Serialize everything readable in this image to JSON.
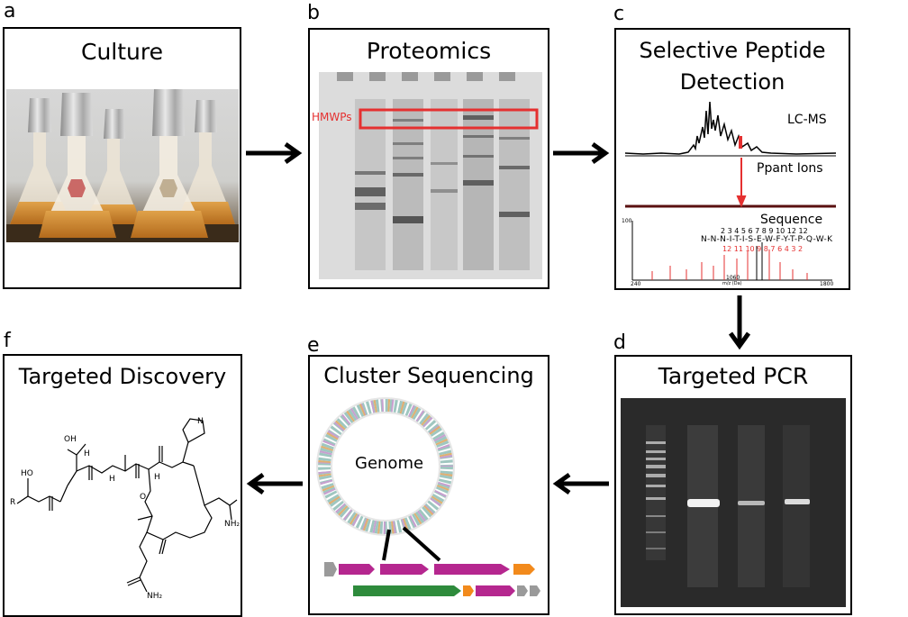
{
  "figure": {
    "panels": [
      {
        "letter": "a",
        "title": "Culture"
      },
      {
        "letter": "b",
        "title": "Proteomics"
      },
      {
        "letter": "c",
        "title": "Selective Peptide Detection"
      },
      {
        "letter": "d",
        "title": "Targeted PCR"
      },
      {
        "letter": "e",
        "title": "Cluster Sequencing"
      },
      {
        "letter": "f",
        "title": "Targeted Discovery"
      }
    ],
    "proteomics": {
      "band_label": "HMWPs"
    },
    "ms": {
      "lcms_label": "LC-MS",
      "ppant_label": "Ppant Ions",
      "sequence_label": "Sequence",
      "sequence": "N-N-N-I-T-I-S-E-W-F-Y-T-P-Q-W-K",
      "ion_numbers_top": "2 3 4 5 6 7 8 9 10 12 12",
      "ion_numbers_bottom": "12 11 10 9 8 7 6 4 3 2",
      "axis_100": "100",
      "axis_left": "240",
      "axis_mid": "1060",
      "axis_right": "1800",
      "axis_xlabel": "m/z (Da)"
    },
    "genome": {
      "label": "Genome"
    },
    "structure": {
      "oh1": "OH",
      "oh2": "HO",
      "nh": "H",
      "n": "N",
      "o": "O",
      "r": "R",
      "nh2": "NH₂"
    }
  },
  "colors": {
    "arrow": "#000000",
    "highlight_red": "#e53030",
    "gene_magenta": "#b5278f",
    "gene_green": "#2e8b3c",
    "gene_orange": "#f28a1c",
    "gene_gray": "#9a9a9a"
  }
}
